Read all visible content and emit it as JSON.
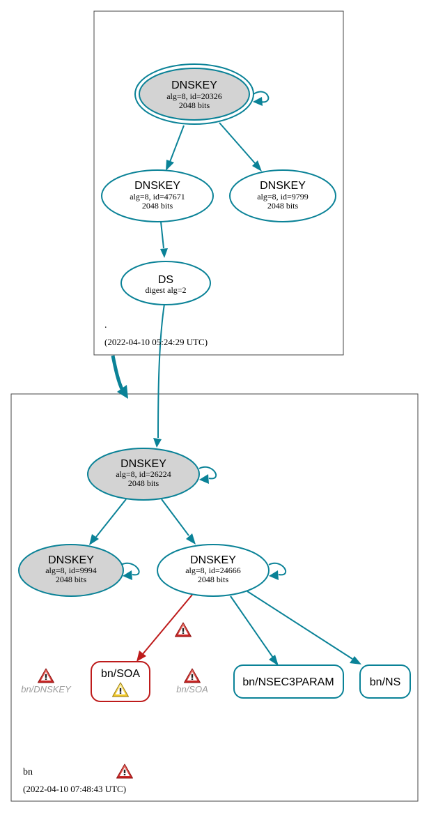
{
  "colors": {
    "edge": "#0a8297",
    "error": "#be1b1b",
    "ksk_fill": "#d3d3d3",
    "warning_fill": "#f5d531",
    "error_fill": "#d9302b"
  },
  "root_zone": {
    "name": ".",
    "timestamp": "(2022-04-10 05:24:29 UTC)",
    "ksk": {
      "title": "DNSKEY",
      "detail": "alg=8, id=20326",
      "size": "2048 bits"
    },
    "zsk1": {
      "title": "DNSKEY",
      "detail": "alg=8, id=47671",
      "size": "2048 bits"
    },
    "zsk2": {
      "title": "DNSKEY",
      "detail": "alg=8, id=9799",
      "size": "2048 bits"
    },
    "ds": {
      "title": "DS",
      "detail": "digest alg=2"
    }
  },
  "bn_zone": {
    "name": "bn",
    "timestamp": "(2022-04-10 07:48:43 UTC)",
    "ksk": {
      "title": "DNSKEY",
      "detail": "alg=8, id=26224",
      "size": "2048 bits"
    },
    "key2": {
      "title": "DNSKEY",
      "detail": "alg=8, id=9994",
      "size": "2048 bits"
    },
    "zsk": {
      "title": "DNSKEY",
      "detail": "alg=8, id=24666",
      "size": "2048 bits"
    },
    "soa_label": "bn/SOA",
    "nsec3param_label": "bn/NSEC3PARAM",
    "ns_label": "bn/NS",
    "ghost_dnskey_label": "bn/DNSKEY",
    "ghost_soa_label": "bn/SOA"
  },
  "icons": {
    "error": "error-triangle-icon",
    "warning": "warning-triangle-icon"
  }
}
